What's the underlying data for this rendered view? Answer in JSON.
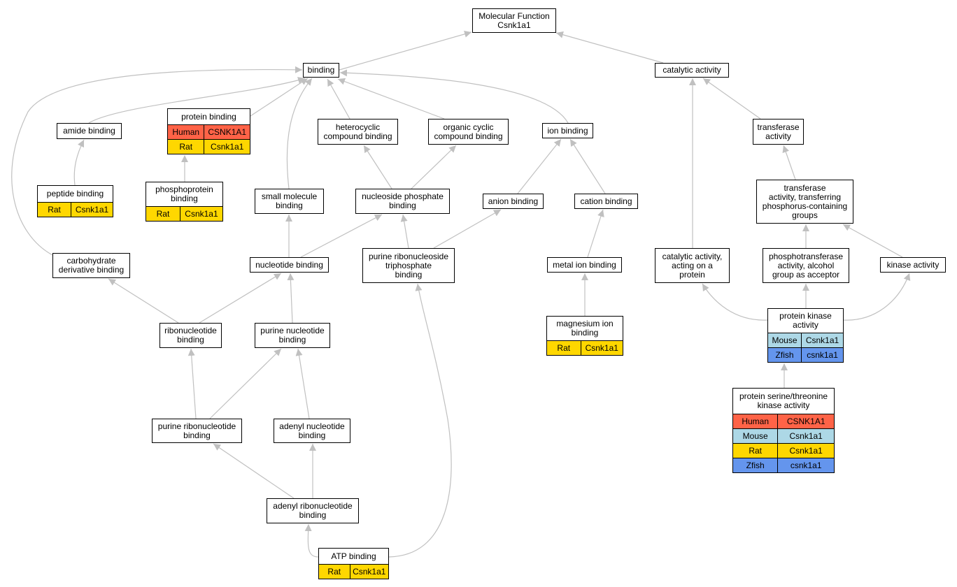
{
  "colors": {
    "Human": "#ff6347",
    "Mouse": "#add8e6",
    "Rat": "#ffd700",
    "Zfish": "#6495ed",
    "edge": "#c0c0c0"
  },
  "nodes": [
    {
      "id": "mf",
      "label": "Molecular Function\nCsnk1a1",
      "rows": []
    },
    {
      "id": "binding",
      "label": "binding",
      "rows": []
    },
    {
      "id": "catalytic",
      "label": "catalytic activity",
      "rows": []
    },
    {
      "id": "amide",
      "label": "amide binding",
      "rows": []
    },
    {
      "id": "protein",
      "label": "protein binding",
      "rows": [
        {
          "species": "Human",
          "gene": "CSNK1A1"
        },
        {
          "species": "Rat",
          "gene": "Csnk1a1"
        }
      ]
    },
    {
      "id": "heterocyclic",
      "label": "heterocyclic\ncompound binding",
      "rows": []
    },
    {
      "id": "organic",
      "label": "organic cyclic\ncompound binding",
      "rows": []
    },
    {
      "id": "ion",
      "label": "ion binding",
      "rows": []
    },
    {
      "id": "transferase",
      "label": "transferase\nactivity",
      "rows": []
    },
    {
      "id": "peptide",
      "label": "peptide binding",
      "rows": [
        {
          "species": "Rat",
          "gene": "Csnk1a1"
        }
      ]
    },
    {
      "id": "phosphoprotein",
      "label": "phosphoprotein\nbinding",
      "rows": [
        {
          "species": "Rat",
          "gene": "Csnk1a1"
        }
      ]
    },
    {
      "id": "smallmol",
      "label": "small molecule\nbinding",
      "rows": []
    },
    {
      "id": "nucphos",
      "label": "nucleoside phosphate\nbinding",
      "rows": []
    },
    {
      "id": "anion",
      "label": "anion binding",
      "rows": []
    },
    {
      "id": "cation",
      "label": "cation binding",
      "rows": []
    },
    {
      "id": "transphos",
      "label": "transferase\nactivity, transferring\nphosphorus-containing\ngroups",
      "rows": []
    },
    {
      "id": "carbo",
      "label": "carbohydrate\nderivative binding",
      "rows": []
    },
    {
      "id": "nucleotide",
      "label": "nucleotide binding",
      "rows": []
    },
    {
      "id": "prtp",
      "label": "purine ribonucleoside\ntriphosphate\nbinding",
      "rows": []
    },
    {
      "id": "metal",
      "label": "metal ion binding",
      "rows": []
    },
    {
      "id": "catprot",
      "label": "catalytic activity,\nacting on a\nprotein",
      "rows": []
    },
    {
      "id": "phosalc",
      "label": "phosphotransferase\nactivity, alcohol\ngroup as acceptor",
      "rows": []
    },
    {
      "id": "kinase",
      "label": "kinase activity",
      "rows": []
    },
    {
      "id": "ribonuc",
      "label": "ribonucleotide\nbinding",
      "rows": []
    },
    {
      "id": "purinenuc",
      "label": "purine nucleotide\nbinding",
      "rows": []
    },
    {
      "id": "magnesium",
      "label": "magnesium ion\nbinding",
      "rows": [
        {
          "species": "Rat",
          "gene": "Csnk1a1"
        }
      ]
    },
    {
      "id": "pkinase",
      "label": "protein kinase\nactivity",
      "rows": [
        {
          "species": "Mouse",
          "gene": "Csnk1a1"
        },
        {
          "species": "Zfish",
          "gene": "csnk1a1"
        }
      ]
    },
    {
      "id": "purribo",
      "label": "purine ribonucleotide\nbinding",
      "rows": []
    },
    {
      "id": "adenylnuc",
      "label": "adenyl nucleotide\nbinding",
      "rows": []
    },
    {
      "id": "serthr",
      "label": "protein serine/threonine\nkinase activity",
      "rows": [
        {
          "species": "Human",
          "gene": "CSNK1A1"
        },
        {
          "species": "Mouse",
          "gene": "Csnk1a1"
        },
        {
          "species": "Rat",
          "gene": "Csnk1a1"
        },
        {
          "species": "Zfish",
          "gene": "csnk1a1"
        }
      ]
    },
    {
      "id": "adenylribo",
      "label": "adenyl ribonucleotide\nbinding",
      "rows": []
    },
    {
      "id": "atp",
      "label": "ATP binding",
      "rows": [
        {
          "species": "Rat",
          "gene": "Csnk1a1"
        }
      ]
    }
  ],
  "edges": [
    {
      "from": "binding",
      "to": "mf"
    },
    {
      "from": "catalytic",
      "to": "mf"
    },
    {
      "from": "amide",
      "to": "binding"
    },
    {
      "from": "protein",
      "to": "binding"
    },
    {
      "from": "heterocyclic",
      "to": "binding"
    },
    {
      "from": "organic",
      "to": "binding"
    },
    {
      "from": "ion",
      "to": "binding"
    },
    {
      "from": "smallmol",
      "to": "binding"
    },
    {
      "from": "carbo",
      "to": "binding"
    },
    {
      "from": "transferase",
      "to": "catalytic"
    },
    {
      "from": "peptide",
      "to": "amide"
    },
    {
      "from": "phosphoprotein",
      "to": "protein"
    },
    {
      "from": "nucphos",
      "to": "heterocyclic"
    },
    {
      "from": "nucphos",
      "to": "organic"
    },
    {
      "from": "anion",
      "to": "ion"
    },
    {
      "from": "cation",
      "to": "ion"
    },
    {
      "from": "transphos",
      "to": "transferase"
    },
    {
      "from": "nucleotide",
      "to": "smallmol"
    },
    {
      "from": "nucleotide",
      "to": "nucphos"
    },
    {
      "from": "prtp",
      "to": "nucphos"
    },
    {
      "from": "prtp",
      "to": "anion"
    },
    {
      "from": "metal",
      "to": "cation"
    },
    {
      "from": "catprot",
      "to": "catalytic"
    },
    {
      "from": "phosalc",
      "to": "transphos"
    },
    {
      "from": "kinase",
      "to": "transphos"
    },
    {
      "from": "ribonuc",
      "to": "carbo"
    },
    {
      "from": "ribonuc",
      "to": "nucleotide"
    },
    {
      "from": "purinenuc",
      "to": "nucleotide"
    },
    {
      "from": "magnesium",
      "to": "metal"
    },
    {
      "from": "pkinase",
      "to": "catprot"
    },
    {
      "from": "pkinase",
      "to": "phosalc"
    },
    {
      "from": "pkinase",
      "to": "kinase"
    },
    {
      "from": "purribo",
      "to": "ribonuc"
    },
    {
      "from": "purribo",
      "to": "purinenuc"
    },
    {
      "from": "adenylnuc",
      "to": "purinenuc"
    },
    {
      "from": "serthr",
      "to": "pkinase"
    },
    {
      "from": "adenylribo",
      "to": "purribo"
    },
    {
      "from": "adenylribo",
      "to": "adenylnuc"
    },
    {
      "from": "atp",
      "to": "adenylribo"
    },
    {
      "from": "atp",
      "to": "prtp"
    }
  ]
}
